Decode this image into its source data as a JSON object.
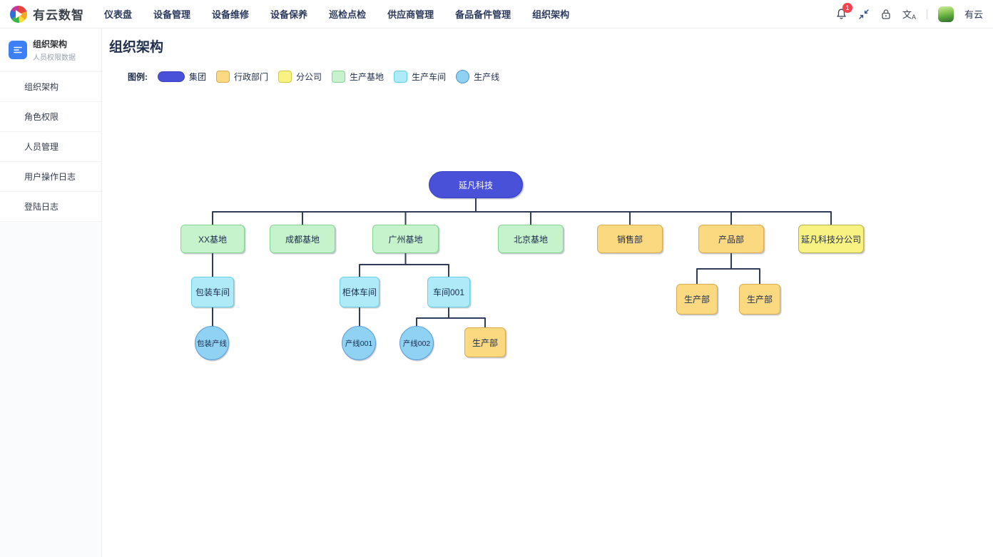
{
  "topbar": {
    "brand": "有云数智",
    "nav": [
      {
        "label": "仪表盘"
      },
      {
        "label": "设备管理"
      },
      {
        "label": "设备维修"
      },
      {
        "label": "设备保养"
      },
      {
        "label": "巡检点检"
      },
      {
        "label": "供应商管理"
      },
      {
        "label": "备品备件管理"
      },
      {
        "label": "组织架构"
      }
    ],
    "notification_badge": "1",
    "icons": {
      "bell": "notification-bell",
      "compress": "exit-fullscreen-arrows",
      "lock": "screen-lock",
      "translate": "language-switch"
    },
    "username": "有云"
  },
  "sidebar": {
    "module_title": "组织架构",
    "module_subtitle": "人员权限数据",
    "items": [
      {
        "label": "组织架构"
      },
      {
        "label": "角色权限"
      },
      {
        "label": "人员管理"
      },
      {
        "label": "用户操作日志"
      },
      {
        "label": "登陆日志"
      }
    ]
  },
  "main": {
    "title": "组织架构",
    "legend": {
      "label": "图例:",
      "items": [
        {
          "label": "集团",
          "shape": "pill",
          "fill": "#4a51d9",
          "border": "#3940c6"
        },
        {
          "label": "行政部门",
          "shape": "square",
          "fill": "#fbd981",
          "border": "#dca94e"
        },
        {
          "label": "分公司",
          "shape": "square",
          "fill": "#f8f282",
          "border": "#cfc94f"
        },
        {
          "label": "生产基地",
          "shape": "square",
          "fill": "#c6f3cc",
          "border": "#84d591"
        },
        {
          "label": "生产车间",
          "shape": "square",
          "fill": "#aeeaf7",
          "border": "#63cde4"
        },
        {
          "label": "生产线",
          "shape": "circle",
          "fill": "#8ed1f2",
          "border": "#4c97cf"
        }
      ]
    }
  },
  "org_chart": {
    "connector_color": "#2e3c5a",
    "tree": {
      "label": "延凡科技",
      "type": "集团",
      "children": [
        {
          "label": "XX基地",
          "type": "生产基地",
          "children": [
            {
              "label": "包装车间",
              "type": "生产车间",
              "children": [
                {
                  "label": "包装产线",
                  "type": "生产线"
                }
              ]
            }
          ]
        },
        {
          "label": "成都基地",
          "type": "生产基地"
        },
        {
          "label": "广州基地",
          "type": "生产基地",
          "children": [
            {
              "label": "柜体车间",
              "type": "生产车间",
              "children": [
                {
                  "label": "产线001",
                  "type": "生产线"
                }
              ]
            },
            {
              "label": "车间001",
              "type": "生产车间",
              "children": [
                {
                  "label": "产线002",
                  "type": "生产线"
                },
                {
                  "label": "生产部",
                  "type": "行政部门"
                }
              ]
            }
          ]
        },
        {
          "label": "北京基地",
          "type": "生产基地"
        },
        {
          "label": "销售部",
          "type": "行政部门"
        },
        {
          "label": "产品部",
          "type": "行政部门",
          "children": [
            {
              "label": "生产部",
              "type": "行政部门"
            },
            {
              "label": "生产部",
              "type": "行政部门"
            }
          ]
        },
        {
          "label": "延凡科技分公司",
          "type": "分公司"
        }
      ]
    }
  }
}
